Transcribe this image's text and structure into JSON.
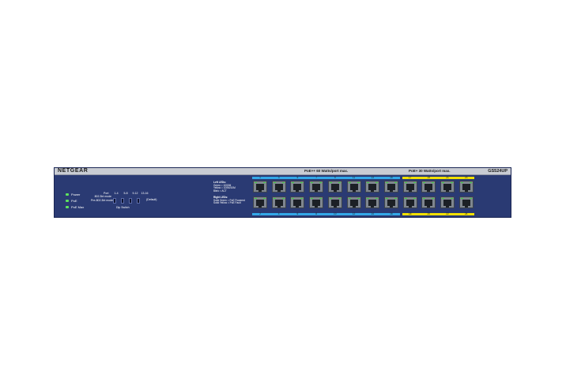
{
  "device": {
    "brand": "NETGEAR",
    "model": "GS524UP",
    "poe_blue_label": "PoE++ 60 Watts/port max.",
    "poe_yellow_label": "PoE+ 30 Watts/port max.",
    "body_color": "#2a3a73",
    "blue_accent": "#33a8e8",
    "yellow_accent": "#f2e000"
  },
  "status_leds": [
    {
      "label": "Power",
      "color": "#5ee35e"
    },
    {
      "label": "PoE",
      "color": "#5ee35e"
    },
    {
      "label": "PoE Max",
      "color": "#5ee35e"
    }
  ],
  "dip_switch": {
    "port_header": "Port",
    "ports": [
      "1-4",
      "5-8",
      "9-12",
      "13-16"
    ],
    "mode_top": "802.3bt mode",
    "mode_bottom": "Pre-802.3bt mode",
    "default_label": "(Default)",
    "caption": "Dip Switch"
  },
  "legend": {
    "left_title": "Left LEDs:",
    "left_lines": [
      "Green = 1000M",
      "Yellow = 100M/10M",
      "Blink = ACT"
    ],
    "right_title": "Right LEDs:",
    "right_lines": [
      "Solid Green = PoE Powered",
      "Solid Yellow = PoE Fault"
    ]
  },
  "ports": {
    "top_numbers": [
      "1",
      "3",
      "5",
      "7",
      "9",
      "11",
      "13",
      "15",
      "17",
      "19",
      "21",
      "23"
    ],
    "bottom_numbers": [
      "2",
      "4",
      "6",
      "8",
      "10",
      "12",
      "14",
      "16",
      "18",
      "20",
      "22",
      "24"
    ],
    "blue_group_columns": 8,
    "yellow_group_columns": 4
  }
}
